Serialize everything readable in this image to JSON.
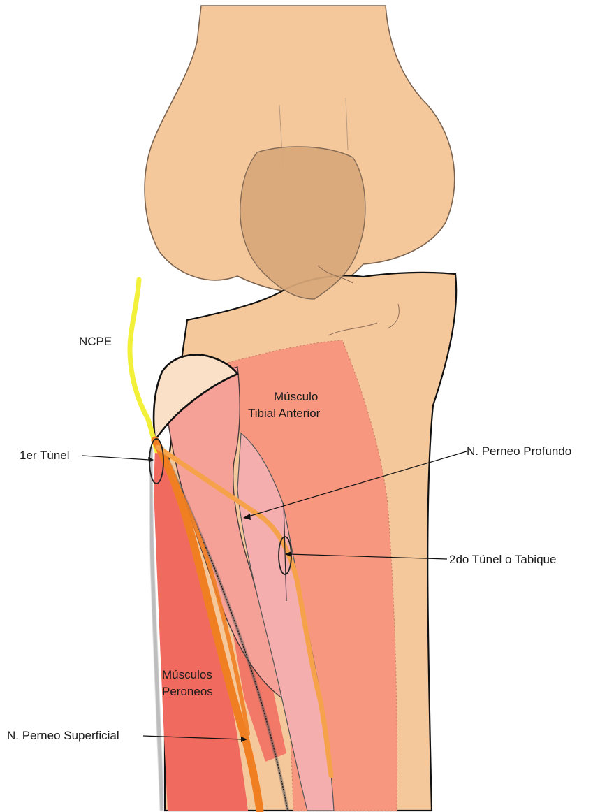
{
  "labels": {
    "ncpe": "NCPE",
    "first_tunnel": "1er Túnel",
    "tibialis_line1": "Músculo",
    "tibialis_line2": "Tibial Anterior",
    "deep_nerve": "N. Perneo Profundo",
    "second_tunnel": "2do Túnel o Tabique",
    "peroneal_line1": "Músculos",
    "peroneal_line2": "Peroneos",
    "superficial_nerve": "N. Perneo Superficial"
  },
  "colors": {
    "bone": "#f5c89c",
    "patella": "#d9a87a",
    "fibula_head": "#fbe0c8",
    "tibialis_muscle": "#f7977f",
    "peroneal_muscle": "#f16a5f",
    "middle_muscle": "#f5a197",
    "deep_muscle": "#f4aeae",
    "nerve_common": "#f3f03a",
    "nerve_superficial": "#f07f22",
    "nerve_deep": "#f5a24a",
    "outline": "#111111"
  }
}
